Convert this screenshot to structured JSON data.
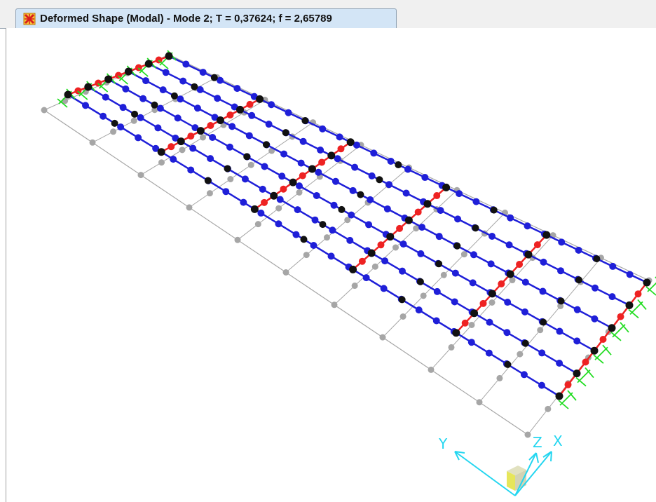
{
  "tab": {
    "title": "Deformed Shape (Modal) - Mode 2; T = 0,37624;  f = 2,65789",
    "icon": "sap2000-app-icon"
  },
  "axes": {
    "x_label": "X",
    "y_label": "Y",
    "z_label": "Z"
  },
  "colors": {
    "undeformed": "#a6a6a6",
    "beam": "#1f1fd8",
    "girder": "#ee2222",
    "joint": "#111111",
    "support": "#22dd22",
    "axis": "#24d6f0"
  }
}
